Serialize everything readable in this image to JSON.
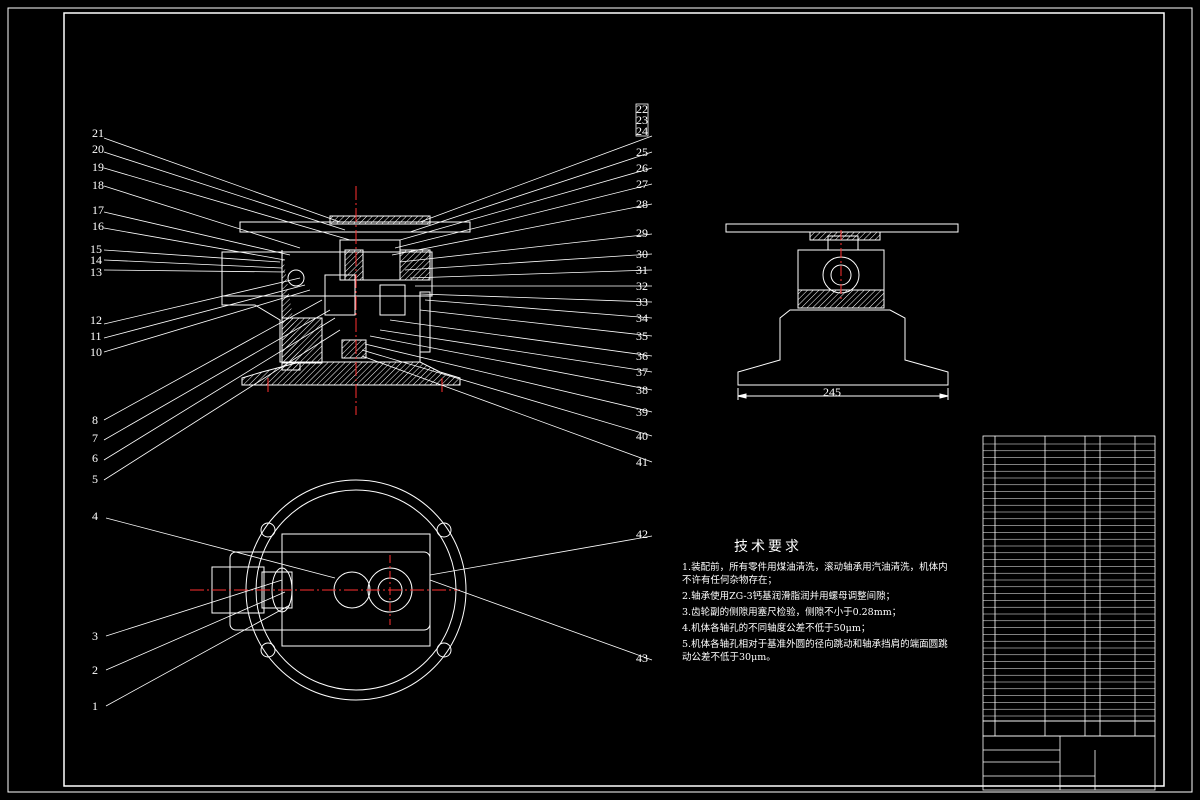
{
  "callouts_left": [
    "21",
    "20",
    "19",
    "18",
    "17",
    "16",
    "15",
    "14",
    "13",
    "12",
    "11",
    "10",
    "8",
    "7",
    "6",
    "5"
  ],
  "callouts_right": [
    "22",
    "23",
    "24",
    "25",
    "26",
    "27",
    "28",
    "29",
    "30",
    "31",
    "32",
    "33",
    "34",
    "35",
    "36",
    "37",
    "38",
    "39",
    "40",
    "41"
  ],
  "callouts_plan_left": [
    "4",
    "3",
    "2",
    "1"
  ],
  "callouts_plan_right": [
    "42",
    "43"
  ],
  "dimension_side": "245",
  "tech_requirements": {
    "title": "技术要求",
    "items": [
      "1.装配前，所有零件用煤油清洗，滚动轴承用汽油清洗，机体内不许有任何杂物存在；",
      "2.轴承使用ZG-3钙基润滑脂润并用螺母调整间隙；",
      "3.齿轮副的侧隙用塞尺检验，侧隙不小于0.28mm；",
      "4.机体各轴孔的不同轴度公差不低于50μm；",
      "5.机体各轴孔相对于基准外圆的径向跳动和轴承挡肩的端面圆跳动公差不低于30μm。"
    ]
  },
  "colors": {
    "background": "#000000",
    "line": "#ffffff",
    "hatch": "#ffffff",
    "centerline": "#ff3030"
  }
}
